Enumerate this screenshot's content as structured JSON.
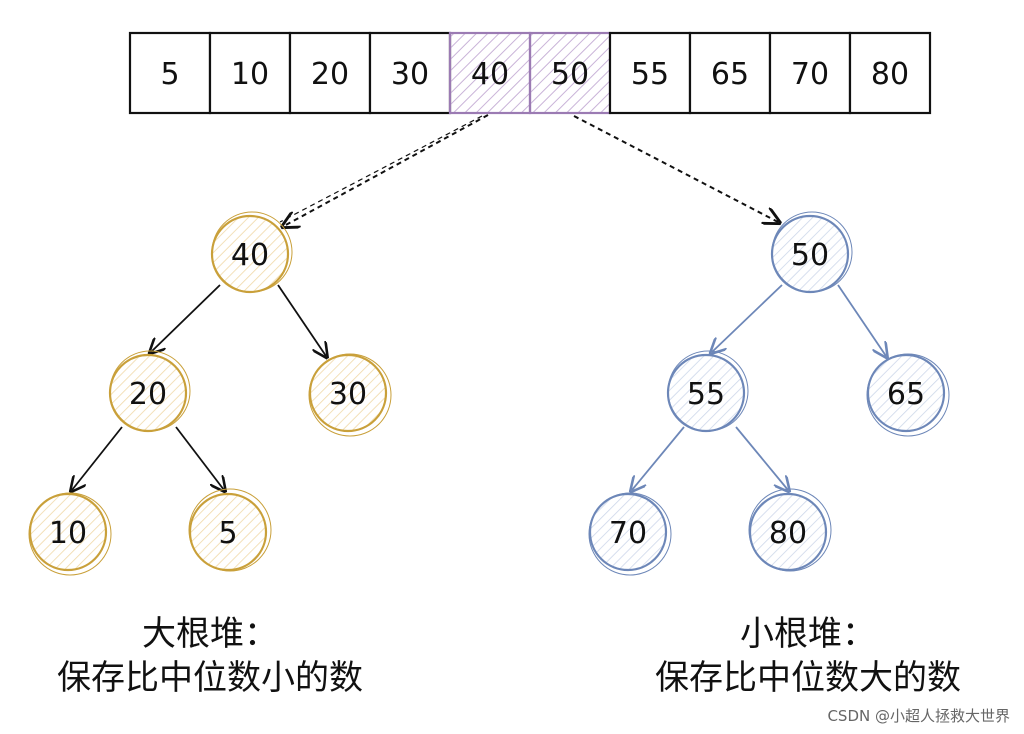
{
  "array": {
    "values": [
      "5",
      "10",
      "20",
      "30",
      "40",
      "50",
      "55",
      "65",
      "70",
      "80"
    ],
    "highlighted": [
      "40",
      "50"
    ]
  },
  "max_heap": {
    "caption_title": "大根堆：",
    "caption_desc": "保存比中位数小的数",
    "root": "40",
    "level1": [
      "20",
      "30"
    ],
    "level2": [
      "10",
      "5"
    ]
  },
  "min_heap": {
    "caption_title": "小根堆：",
    "caption_desc": "保存比中位数大的数",
    "root": "50",
    "level1": [
      "55",
      "65"
    ],
    "level2": [
      "70",
      "80"
    ]
  },
  "colors": {
    "max_heap": "#c9a03a",
    "max_heap_fill": "#fbf1dc",
    "min_heap": "#6d87b8",
    "min_heap_fill": "#e8edf6",
    "highlight": "#9b7bb3",
    "highlight_fill": "#ece3f1",
    "ink": "#111111"
  },
  "watermark": "CSDN @小超人拯救大世界"
}
